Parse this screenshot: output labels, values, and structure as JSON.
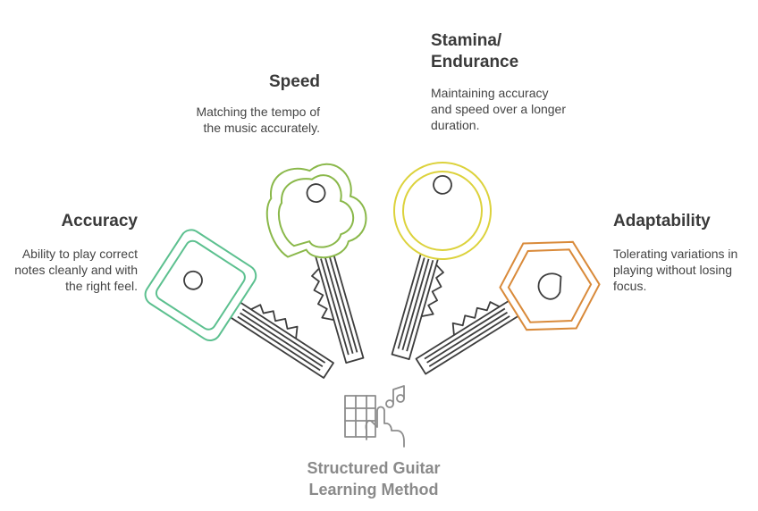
{
  "colors": {
    "accuracy": "#5cc08f",
    "speed": "#8ab84a",
    "stamina": "#dcd23c",
    "adaptability": "#d98a3a",
    "key_body": "#3d3d3d",
    "center_icon": "#8c8c8c"
  },
  "center": {
    "icon": "guitar-fretboard-hand-music-note-icon",
    "title_lines": [
      "Structured Guitar",
      "Learning Method"
    ]
  },
  "keys": {
    "accuracy": {
      "title": "Accuracy",
      "desc_lines": [
        "Ability to play correct",
        "notes cleanly and with",
        "the right feel."
      ]
    },
    "speed": {
      "title": "Speed",
      "desc_lines": [
        "Matching the tempo of",
        "the music accurately."
      ]
    },
    "stamina": {
      "title_lines": [
        "Stamina/",
        "Endurance"
      ],
      "desc_lines": [
        "Maintaining accuracy",
        "and speed over a longer",
        "duration."
      ]
    },
    "adaptability": {
      "title": "Adaptability",
      "desc_lines": [
        "Tolerating variations in",
        "playing without losing",
        "focus."
      ]
    }
  }
}
